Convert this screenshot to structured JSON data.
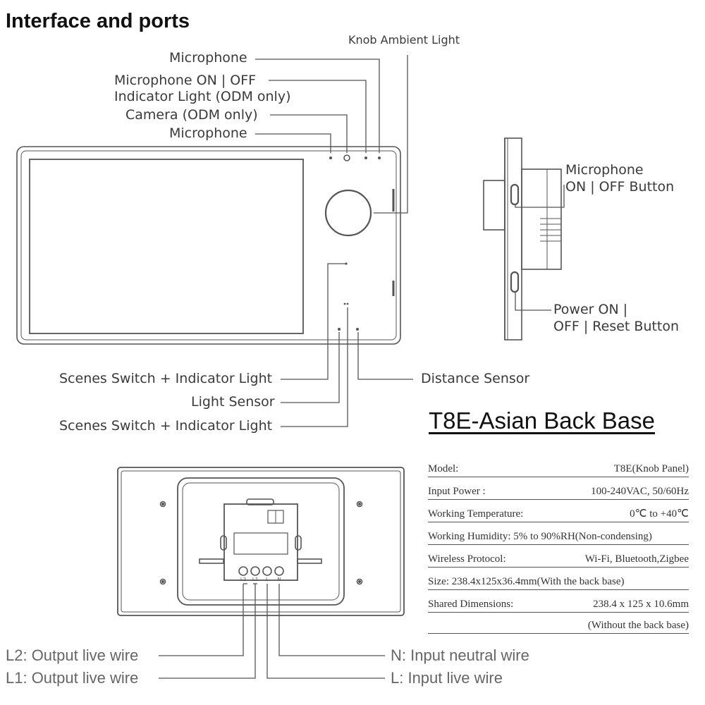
{
  "header": {
    "title": "Interface and ports"
  },
  "front": {
    "labels": {
      "knob_ambient_light": "Knob Ambient Light",
      "microphone_top": "Microphone",
      "mic_indicator_line1": "Microphone  ON | OFF",
      "mic_indicator_line2": "Indicator Light (ODM only)",
      "camera": "Camera (ODM only)",
      "microphone_bottom": "Microphone",
      "scenes_switch_1": "Scenes Switch + Indicator Light",
      "light_sensor": "Light Sensor",
      "scenes_switch_2": "Scenes Switch + Indicator Light",
      "distance_sensor": "Distance Sensor"
    }
  },
  "side": {
    "labels": {
      "mic_button_line1": "Microphone",
      "mic_button_line2": "ON | OFF  Button",
      "power_line1": "Power ON  |",
      "power_line2": "OFF | Reset Button"
    }
  },
  "back": {
    "title": "T8E-Asian Back Base",
    "terminals": [
      "L2",
      "L1",
      "L",
      "N"
    ],
    "wires": {
      "l2": "L2: Output live wire",
      "l1": "L1: Output live wire",
      "n": "N: Input neutral wire",
      "l": "L: Input live wire"
    }
  },
  "specs": {
    "rows": [
      {
        "key": "Model:",
        "value": "T8E(Knob Panel)"
      },
      {
        "key": "Input Power :",
        "value": "100-240VAC, 50/60Hz"
      },
      {
        "key": "Working Temperature:",
        "value": "0℃ to +40℃"
      },
      {
        "key": "Working Humidity: 5% to 90%RH(Non-condensing)",
        "value": ""
      },
      {
        "key": "Wireless Protocol:",
        "value": "Wi-Fi, Bluetooth,Zigbee"
      },
      {
        "key": "Size:     238.4x125x36.4mm(With the back base)",
        "value": ""
      },
      {
        "key": "Shared Dimensions:",
        "value": "238.4 x 125 x 10.6mm"
      },
      {
        "key": "",
        "value": "(Without the back base)"
      }
    ]
  },
  "colors": {
    "line": "#555555",
    "text": "#3a3a3a",
    "title": "#111111"
  }
}
